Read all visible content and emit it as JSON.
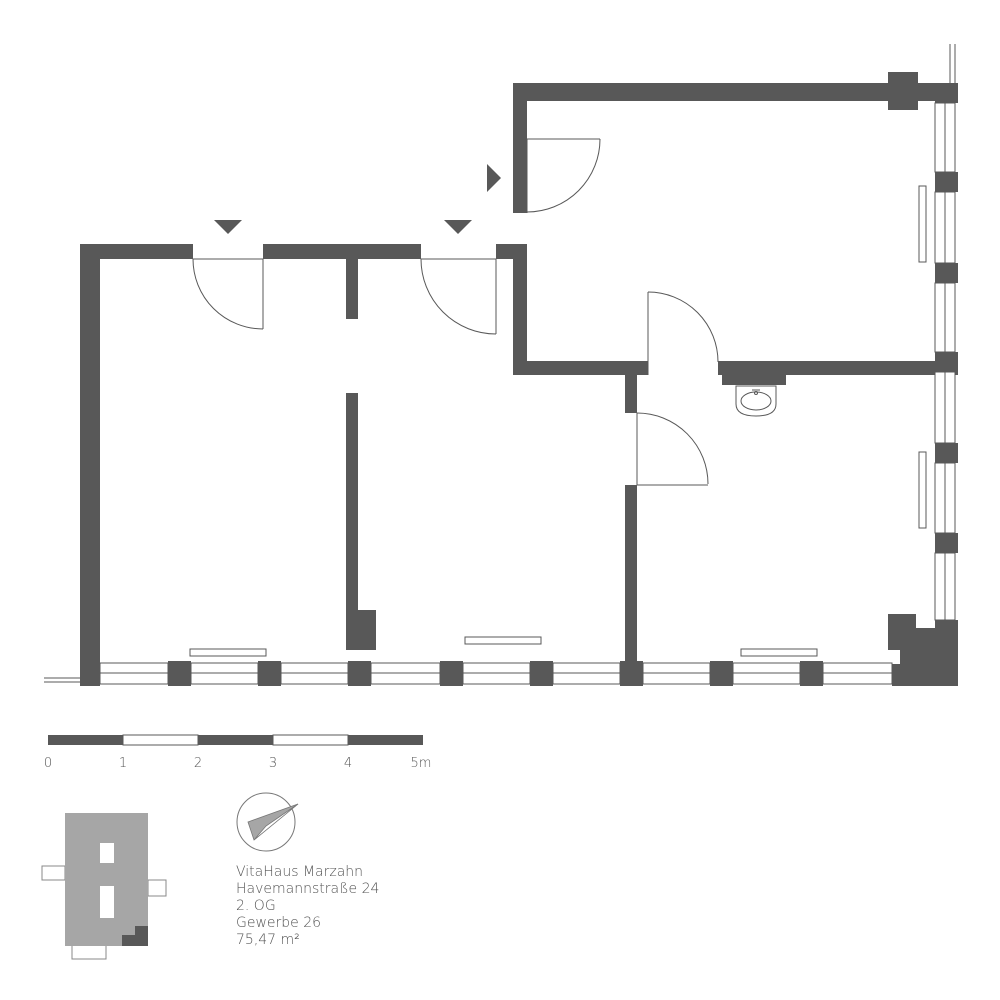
{
  "scale_bar": {
    "ticks": [
      "0",
      "1",
      "2",
      "3",
      "4",
      "5m"
    ]
  },
  "info": {
    "building": "VitaHaus Marzahn",
    "street": "Havemannstraße 24",
    "floor": "2. OG",
    "unit": "Gewerbe 26",
    "area": "75,47 m²"
  },
  "colors": {
    "wall": "#585858",
    "keyplan_building": "#a6a6a6",
    "text": "#555555"
  },
  "icons": [
    "north-arrow-icon",
    "entrance-marker-icon",
    "washbasin-icon"
  ]
}
